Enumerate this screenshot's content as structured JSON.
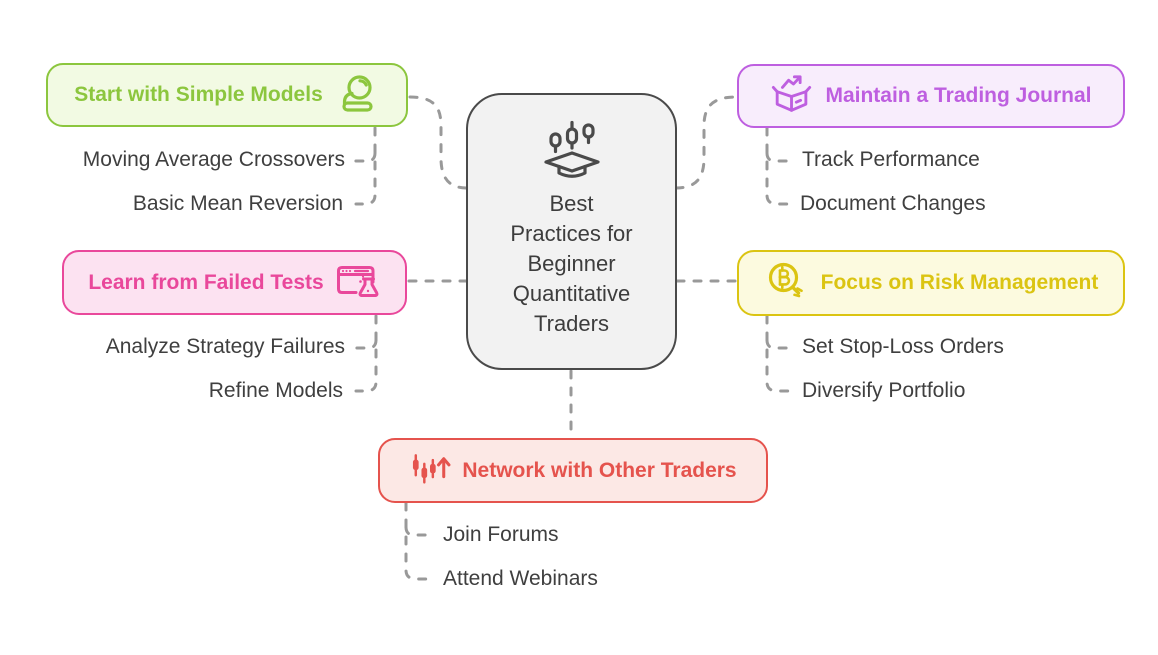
{
  "center": {
    "title": "Best\nPractices for\nBeginner\nQuantitative\nTraders",
    "icon": "candlestick-graduation-cap-icon",
    "border_color": "#4a4a4a",
    "background": "#f2f2f2",
    "text_color": "#3d3d3d"
  },
  "branches": [
    {
      "label": "Start with Simple Models",
      "icon": "crystal-ball-icon",
      "color": "#8cc63e",
      "background": "#f2fae3",
      "position": "top-left",
      "children": [
        "Moving Average Crossovers",
        "Basic Mean Reversion"
      ]
    },
    {
      "label": "Learn from Failed Tests",
      "icon": "browser-flask-icon",
      "color": "#e9489b",
      "background": "#fce2f1",
      "position": "middle-left",
      "children": [
        "Analyze Strategy Failures",
        "Refine Models"
      ]
    },
    {
      "label": "Maintain a Trading Journal",
      "icon": "open-box-trend-arrow-icon",
      "color": "#be5fe0",
      "background": "#f8edfc",
      "position": "top-right",
      "children": [
        "Track Performance",
        "Document Changes"
      ]
    },
    {
      "label": "Focus on Risk Management",
      "icon": "bitcoin-magnifier-icon",
      "color": "#dbc412",
      "background": "#fcfadf",
      "position": "middle-right",
      "children": [
        "Set Stop-Loss Orders",
        "Diversify Portfolio"
      ]
    },
    {
      "label": "Network with Other Traders",
      "icon": "candlestick-up-arrow-icon",
      "color": "#e5534d",
      "background": "#fce8e5",
      "position": "bottom-center",
      "children": [
        "Join Forums",
        "Attend Webinars"
      ]
    }
  ],
  "connector_color": "#999999",
  "sub_item_color": "#3f3f3f",
  "page_background": "#ffffff"
}
